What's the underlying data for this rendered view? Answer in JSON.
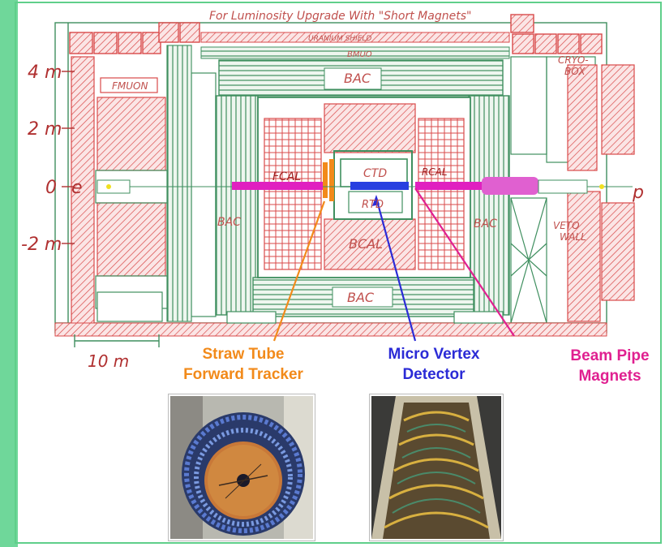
{
  "title": "For Luminosity Upgrade With \"Short Magnets\"",
  "axis": {
    "y_ticks": [
      "4 m",
      "2 m",
      "0",
      "-2 m"
    ],
    "scale_bar": "10 m",
    "e_label": "e",
    "p_label": "p"
  },
  "components": {
    "fmuon": "FMUON",
    "bac_top": "BAC",
    "bac_left": "BAC",
    "bac_right": "BAC",
    "bac_bottom": "BAC",
    "bmuo": "BMUO",
    "fcal": "FCAL",
    "rcal": "RCAL",
    "bcal": "BCAL",
    "ctd": "CTD",
    "rtd": "RTD",
    "cryo": "CRYO-\nBOX",
    "veto": "VETO\nWALL",
    "uranium_shield": "URANIUM SHIELD"
  },
  "callouts": {
    "straw_tube": {
      "line1": "Straw Tube",
      "line2": "Forward Tracker",
      "color": "#f28a1a"
    },
    "micro_vertex": {
      "line1": "Micro Vertex",
      "line2": "Detector",
      "color": "#2b2bd6"
    },
    "beam_pipe": {
      "line1": "Beam Pipe",
      "line2": "Magnets",
      "color": "#e02090"
    }
  },
  "colors": {
    "frame_green": "#5fcf8a",
    "drawing_green": "#3f8f5f",
    "drawing_red": "#d94a4a",
    "beam_magenta": "#e020c0",
    "mvd_blue": "#2840e0"
  }
}
